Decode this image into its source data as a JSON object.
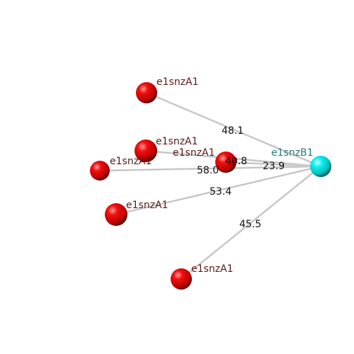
{
  "colors": {
    "node_a": "#e00000",
    "node_b": "#00e0e0",
    "label_a": "#5a1a1a",
    "label_b": "#2a7a7a"
  },
  "hub": {
    "id": "b",
    "label": "e1snzB1"
  },
  "nodes": [
    {
      "id": "a1",
      "label": "e1snzA1",
      "distance": "48.1"
    },
    {
      "id": "a2",
      "label": "e1snzA1",
      "distance": "40.8"
    },
    {
      "id": "a3",
      "label": "e1snzA1",
      "distance": "58.0"
    },
    {
      "id": "a4",
      "label": "e1snzA1",
      "distance": "23.9"
    },
    {
      "id": "a5",
      "label": "e1snzA1",
      "distance": "53.4"
    },
    {
      "id": "a6",
      "label": "e1snzA1",
      "distance": "45.5"
    }
  ]
}
